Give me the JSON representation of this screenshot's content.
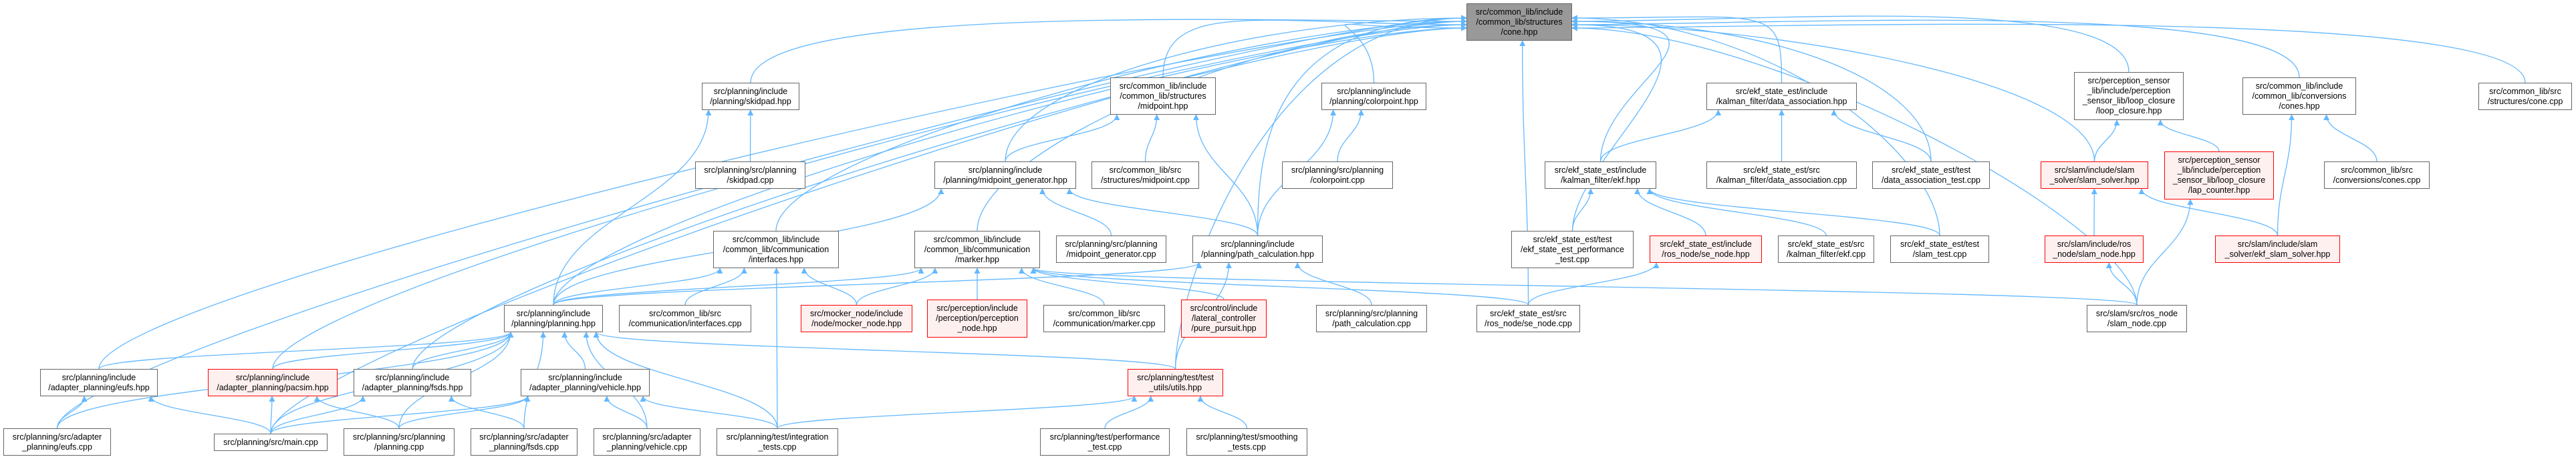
{
  "colors": {
    "edge": "#63b8ff",
    "root_fill": "#999999",
    "border": "#666666",
    "red_border": "#ff0000",
    "red_fill": "#fff0f0"
  },
  "nodes": {
    "root": {
      "label": "src/common_lib/include\n/common_lib/structures\n/cone.hpp",
      "kind": "root"
    },
    "skidpad_hpp": {
      "label": "src/planning/include\n/planning/skidpad.hpp",
      "kind": "normal"
    },
    "midpoint_hpp": {
      "label": "src/common_lib/include\n/common_lib/structures\n/midpoint.hpp",
      "kind": "normal"
    },
    "colorpoint_hpp": {
      "label": "src/planning/include\n/planning/colorpoint.hpp",
      "kind": "normal"
    },
    "da_hpp": {
      "label": "src/ekf_state_est/include\n/kalman_filter/data_association.hpp",
      "kind": "normal"
    },
    "loop_hpp": {
      "label": "src/perception_sensor\n_lib/include/perception\n_sensor_lib/loop_closure\n/loop_closure.hpp",
      "kind": "normal"
    },
    "cones_hpp": {
      "label": "src/common_lib/include\n/common_lib/conversions\n/cones.hpp",
      "kind": "normal"
    },
    "cone_cpp": {
      "label": "src/common_lib/src\n/structures/cone.cpp",
      "kind": "normal"
    },
    "skidpad_cpp": {
      "label": "src/planning/src/planning\n/skidpad.cpp",
      "kind": "normal"
    },
    "mpgen_hpp": {
      "label": "src/planning/include\n/planning/midpoint_generator.hpp",
      "kind": "normal"
    },
    "midpoint_cpp": {
      "label": "src/common_lib/src\n/structures/midpoint.cpp",
      "kind": "normal"
    },
    "colorpoint_cpp": {
      "label": "src/planning/src/planning\n/colorpoint.cpp",
      "kind": "normal"
    },
    "ekf_hpp": {
      "label": "src/ekf_state_est/include\n/kalman_filter/ekf.hpp",
      "kind": "normal"
    },
    "da_cpp": {
      "label": "src/ekf_state_est/src\n/kalman_filter/data_association.cpp",
      "kind": "normal"
    },
    "da_test": {
      "label": "src/ekf_state_est/test\n/data_association_test.cpp",
      "kind": "normal"
    },
    "slam_solver_hpp": {
      "label": "src/slam/include/slam\n_solver/slam_solver.hpp",
      "kind": "red"
    },
    "lap_hpp": {
      "label": "src/perception_sensor\n_lib/include/perception\n_sensor_lib/loop_closure\n/lap_counter.hpp",
      "kind": "red"
    },
    "cones_cpp": {
      "label": "src/common_lib/src\n/conversions/cones.cpp",
      "kind": "normal"
    },
    "interfaces_hpp": {
      "label": "src/common_lib/include\n/common_lib/communication\n/interfaces.hpp",
      "kind": "normal"
    },
    "marker_hpp": {
      "label": "src/common_lib/include\n/common_lib/communication\n/marker.hpp",
      "kind": "normal"
    },
    "mpgen_cpp": {
      "label": "src/planning/src/planning\n/midpoint_generator.cpp",
      "kind": "normal"
    },
    "pathcalc_hpp": {
      "label": "src/planning/include\n/planning/path_calculation.hpp",
      "kind": "normal"
    },
    "ekf_perf": {
      "label": "src/ekf_state_est/test\n/ekf_state_est_performance\n_test.cpp",
      "kind": "normal"
    },
    "se_node_hpp": {
      "label": "src/ekf_state_est/include\n/ros_node/se_node.hpp",
      "kind": "red"
    },
    "ekf_cpp": {
      "label": "src/ekf_state_est/src\n/kalman_filter/ekf.cpp",
      "kind": "normal"
    },
    "slam_test": {
      "label": "src/ekf_state_est/test\n/slam_test.cpp",
      "kind": "normal"
    },
    "slam_node_hpp": {
      "label": "src/slam/include/ros\n_node/slam_node.hpp",
      "kind": "red"
    },
    "ekf_slam_hpp": {
      "label": "src/slam/include/slam\n_solver/ekf_slam_solver.hpp",
      "kind": "red"
    },
    "planning_hpp": {
      "label": "src/planning/include\n/planning/planning.hpp",
      "kind": "normal"
    },
    "interfaces_cpp": {
      "label": "src/common_lib/src\n/communication/interfaces.cpp",
      "kind": "normal"
    },
    "mocker_hpp": {
      "label": "src/mocker_node/include\n/node/mocker_node.hpp",
      "kind": "red"
    },
    "perception_hpp": {
      "label": "src/perception/include\n/perception/perception\n_node.hpp",
      "kind": "red"
    },
    "marker_cpp": {
      "label": "src/common_lib/src\n/communication/marker.cpp",
      "kind": "normal"
    },
    "pure_pursuit_hpp": {
      "label": "src/control/include\n/lateral_controller\n/pure_pursuit.hpp",
      "kind": "red"
    },
    "pathcalc_cpp": {
      "label": "src/planning/src/planning\n/path_calculation.cpp",
      "kind": "normal"
    },
    "se_node_cpp": {
      "label": "src/ekf_state_est/src\n/ros_node/se_node.cpp",
      "kind": "normal"
    },
    "slam_node_cpp": {
      "label": "src/slam/src/ros_node\n/slam_node.cpp",
      "kind": "normal"
    },
    "eufs_hpp": {
      "label": "src/planning/include\n/adapter_planning/eufs.hpp",
      "kind": "normal"
    },
    "pacsim_hpp": {
      "label": "src/planning/include\n/adapter_planning/pacsim.hpp",
      "kind": "red"
    },
    "fsds_hpp": {
      "label": "src/planning/include\n/adapter_planning/fsds.hpp",
      "kind": "normal"
    },
    "vehicle_hpp": {
      "label": "src/planning/include\n/adapter_planning/vehicle.hpp",
      "kind": "normal"
    },
    "utils_hpp": {
      "label": "src/planning/test/test\n_utils/utils.hpp",
      "kind": "red"
    },
    "eufs_cpp": {
      "label": "src/planning/src/adapter\n_planning/eufs.cpp",
      "kind": "normal"
    },
    "main_cpp": {
      "label": "src/planning/src/main.cpp",
      "kind": "normal"
    },
    "planning_cpp": {
      "label": "src/planning/src/planning\n/planning.cpp",
      "kind": "normal"
    },
    "fsds_cpp": {
      "label": "src/planning/src/adapter\n_planning/fsds.cpp",
      "kind": "normal"
    },
    "vehicle_cpp": {
      "label": "src/planning/src/adapter\n_planning/vehicle.cpp",
      "kind": "normal"
    },
    "integ_cpp": {
      "label": "src/planning/test/integration\n_tests.cpp",
      "kind": "normal"
    },
    "perf_cpp": {
      "label": "src/planning/test/performance\n_test.cpp",
      "kind": "normal"
    },
    "smooth_cpp": {
      "label": "src/planning/test/smoothing\n_tests.cpp",
      "kind": "normal"
    }
  },
  "edges": [
    [
      "skidpad_hpp",
      "root"
    ],
    [
      "midpoint_hpp",
      "root"
    ],
    [
      "colorpoint_hpp",
      "root"
    ],
    [
      "da_hpp",
      "root"
    ],
    [
      "loop_hpp",
      "root"
    ],
    [
      "cones_hpp",
      "root"
    ],
    [
      "cone_cpp",
      "root"
    ],
    [
      "mpgen_hpp",
      "root"
    ],
    [
      "interfaces_hpp",
      "root"
    ],
    [
      "marker_hpp",
      "root"
    ],
    [
      "planning_hpp",
      "root"
    ],
    [
      "pathcalc_hpp",
      "root"
    ],
    [
      "ekf_hpp",
      "root"
    ],
    [
      "ekf_perf",
      "root"
    ],
    [
      "se_node_cpp",
      "root"
    ],
    [
      "utils_hpp",
      "root"
    ],
    [
      "da_test",
      "root"
    ],
    [
      "slam_solver_hpp",
      "root"
    ],
    [
      "slam_node_cpp",
      "root"
    ],
    [
      "slam_test",
      "root"
    ],
    [
      "eufs_hpp",
      "root"
    ],
    [
      "pacsim_hpp",
      "root"
    ],
    [
      "fsds_hpp",
      "root"
    ],
    [
      "eufs_cpp",
      "root"
    ],
    [
      "main_cpp",
      "root"
    ],
    [
      "skidpad_cpp",
      "skidpad_hpp"
    ],
    [
      "planning_hpp",
      "skidpad_hpp"
    ],
    [
      "mpgen_hpp",
      "midpoint_hpp"
    ],
    [
      "midpoint_cpp",
      "midpoint_hpp"
    ],
    [
      "pathcalc_hpp",
      "midpoint_hpp"
    ],
    [
      "mpgen_cpp",
      "mpgen_hpp"
    ],
    [
      "pathcalc_hpp",
      "mpgen_hpp"
    ],
    [
      "planning_hpp",
      "mpgen_hpp"
    ],
    [
      "colorpoint_cpp",
      "colorpoint_hpp"
    ],
    [
      "pathcalc_hpp",
      "colorpoint_hpp"
    ],
    [
      "ekf_hpp",
      "da_hpp"
    ],
    [
      "da_cpp",
      "da_hpp"
    ],
    [
      "da_test",
      "da_hpp"
    ],
    [
      "ekf_perf",
      "ekf_hpp"
    ],
    [
      "se_node_hpp",
      "ekf_hpp"
    ],
    [
      "ekf_cpp",
      "ekf_hpp"
    ],
    [
      "slam_test",
      "ekf_hpp"
    ],
    [
      "se_node_cpp",
      "se_node_hpp"
    ],
    [
      "slam_solver_hpp",
      "loop_hpp"
    ],
    [
      "lap_hpp",
      "loop_hpp"
    ],
    [
      "slam_node_hpp",
      "slam_solver_hpp"
    ],
    [
      "ekf_slam_hpp",
      "slam_solver_hpp"
    ],
    [
      "slam_node_cpp",
      "slam_node_hpp"
    ],
    [
      "slam_node_cpp",
      "lap_hpp"
    ],
    [
      "ekf_slam_hpp",
      "cones_hpp"
    ],
    [
      "cones_cpp",
      "cones_hpp"
    ],
    [
      "interfaces_cpp",
      "interfaces_hpp"
    ],
    [
      "mocker_hpp",
      "interfaces_hpp"
    ],
    [
      "integ_cpp",
      "interfaces_hpp"
    ],
    [
      "planning_hpp",
      "interfaces_hpp"
    ],
    [
      "perception_hpp",
      "marker_hpp"
    ],
    [
      "marker_cpp",
      "marker_hpp"
    ],
    [
      "pure_pursuit_hpp",
      "marker_hpp"
    ],
    [
      "planning_hpp",
      "marker_hpp"
    ],
    [
      "mocker_hpp",
      "marker_hpp"
    ],
    [
      "se_node_cpp",
      "marker_hpp"
    ],
    [
      "slam_node_cpp",
      "marker_hpp"
    ],
    [
      "planning_hpp",
      "pathcalc_hpp"
    ],
    [
      "pathcalc_cpp",
      "pathcalc_hpp"
    ],
    [
      "utils_hpp",
      "pathcalc_hpp"
    ],
    [
      "eufs_hpp",
      "planning_hpp"
    ],
    [
      "pacsim_hpp",
      "planning_hpp"
    ],
    [
      "fsds_hpp",
      "planning_hpp"
    ],
    [
      "vehicle_hpp",
      "planning_hpp"
    ],
    [
      "main_cpp",
      "planning_hpp"
    ],
    [
      "planning_cpp",
      "planning_hpp"
    ],
    [
      "fsds_cpp",
      "planning_hpp"
    ],
    [
      "vehicle_cpp",
      "planning_hpp"
    ],
    [
      "integ_cpp",
      "planning_hpp"
    ],
    [
      "eufs_cpp",
      "planning_hpp"
    ],
    [
      "utils_hpp",
      "planning_hpp"
    ],
    [
      "eufs_cpp",
      "eufs_hpp"
    ],
    [
      "main_cpp",
      "eufs_hpp"
    ],
    [
      "main_cpp",
      "pacsim_hpp"
    ],
    [
      "planning_cpp",
      "pacsim_hpp"
    ],
    [
      "main_cpp",
      "fsds_hpp"
    ],
    [
      "fsds_cpp",
      "fsds_hpp"
    ],
    [
      "main_cpp",
      "vehicle_hpp"
    ],
    [
      "vehicle_cpp",
      "vehicle_hpp"
    ],
    [
      "integ_cpp",
      "vehicle_hpp"
    ],
    [
      "planning_cpp",
      "vehicle_hpp"
    ],
    [
      "perf_cpp",
      "utils_hpp"
    ],
    [
      "smooth_cpp",
      "utils_hpp"
    ],
    [
      "integ_cpp",
      "utils_hpp"
    ]
  ]
}
